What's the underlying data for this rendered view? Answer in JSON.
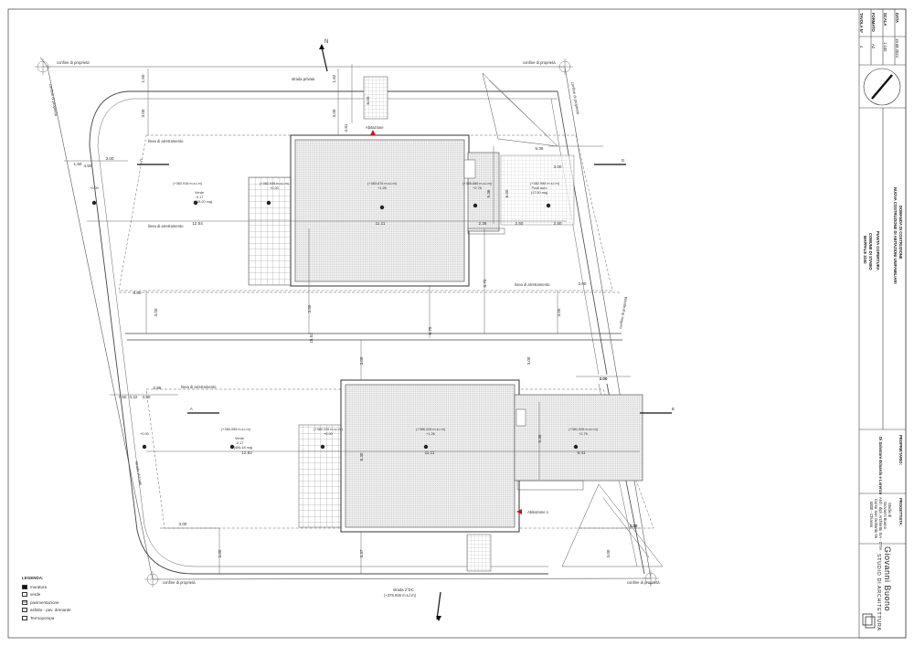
{
  "plan": {
    "north_label": "N",
    "labels": {
      "confine_nw": "confine di proprietà",
      "confine_ne": "confine di proprietà",
      "confine_sw": "confine di proprietà",
      "confine_se": "confine di proprietà",
      "strada_privata": "strada privata",
      "strada_bottom_1": "strada 2°DC",
      "strada_bottom_2": "(+375.926 m.s.l.m)",
      "confine_side_w": "confine di proprietà",
      "confine_side_e": "confine di proprietà",
      "confine_side_mid_e": "confine di proprietà",
      "confine_side_mid_w": "strada vicinale",
      "linea_arretramento_1": "linea di arretramento",
      "linea_arretramento_2": "linea di arretramento",
      "linea_arretramento_3": "linea di arretramento",
      "linea_arretramento_4": "linea di arretramento",
      "abitazione_1": "Abitazione",
      "abitazione_2": "Abitazione 1",
      "section_a": "A",
      "section_b": "B",
      "section_c": "C",
      "section_d": "D"
    },
    "spots": {
      "s1a": "(+382.916 m.s.l.m)",
      "s1b": "Verde",
      "s1c": "-0.17",
      "s1d": "(265.20 mq)",
      "s2a": "(+382.936 m.s.l.m)",
      "s2b": "+0.00",
      "s3a": "(+383.676 m.s.l.m)",
      "s3b": "+1.26",
      "s4a": "(+385.686 m.s.l.m)",
      "s4b": "+2.76",
      "s5a": "(+382.986 m.s.l.m)",
      "s5b": "Posti auto",
      "s5c": "(17.50 mq)",
      "s6a": "(+380.056 m.s.l.m)",
      "s6b": "Verde",
      "s6c": "-0.17",
      "s6d": "(466.18 mq)",
      "s7a": "(+380.226 m.s.l.m)",
      "s7b": "+0.00",
      "s8a": "(+386.226 m.s.l.m)",
      "s8b": "+1.26",
      "s9a": "(+381.926 m.s.l.m)",
      "s9b": "+2.76",
      "s10": "+0.00",
      "s11": "+0.00"
    },
    "dims": {
      "d1": "1.50",
      "d2": "3.00",
      "d3": "1.62",
      "d4": "4.81",
      "d5": "3.00",
      "d6": "1.50",
      "d7": "3.00",
      "d8": "4.50",
      "d9": "12.54",
      "d10": "11.11",
      "d11": "2.36",
      "d12": "2.50",
      "d13": "2.50",
      "d14": "5.36",
      "d15": "6.00",
      "d16": "5.36",
      "d17": "3.00",
      "d18": "3.00",
      "d19": "3.00",
      "d20": "3.55",
      "d21": "8.70",
      "d22": "3.00",
      "d23": "18.52",
      "d24": "8.75",
      "d25": "3.00",
      "d26": "3.00",
      "d27": "7.50",
      "d28": "0.22",
      "d29": "4.50",
      "d30": "2.86",
      "d31": "12.82",
      "d32": "11.11",
      "d33": "8.41",
      "d34": "5.36",
      "d35": "8.30",
      "d36": "3.00",
      "d37": "3.00",
      "d38": "3.37",
      "d39": "3.00",
      "d40": "3.00",
      "d41": "3.00",
      "d42": "3.00",
      "d43": "6.00"
    }
  },
  "legend": {
    "title": "LEGENDA:",
    "items": [
      "muratura",
      "verde",
      "pavimentazione",
      "asfalto - pav. drenante",
      "Termopompa"
    ]
  },
  "title_block": {
    "data_label": "DATA",
    "data_value": "19.08.2024",
    "scala_label": "SCALA",
    "scala_value": "1:100",
    "formato_label": "FORMATO",
    "formato_value": "A2",
    "tavola_label": "TAVOLA N°",
    "tavola_value": "4",
    "domanda": "DOMANDA DI COSTRUZIONE",
    "oggetto": "NUOVA COSTRUZIONE DI ABITAZIONI UNIFAMILIARI",
    "tavola_titolo": "PIANTA COPERTURA",
    "comune": "COMUNE DI STABIO",
    "mappale": "MAPPALE 2240",
    "proprietario_label": "PROPRIETARIO:",
    "proprietario": "Di Salvatore Edoardo e Lorenzo",
    "progettista_label": "PROGETTISTA:",
    "progettista_1": "Studio di",
    "progettista_2": "Giovanni Buono",
    "progettista_3": "Arch. dipl. Architetto SIA - OTIA",
    "progettista_4": "Corso San Gottardo 66",
    "progettista_5": "6830 - Chiasso",
    "studio_name": "Giovanni Buono",
    "studio_sub": "STUDIO DI ARCHITETTURA"
  }
}
